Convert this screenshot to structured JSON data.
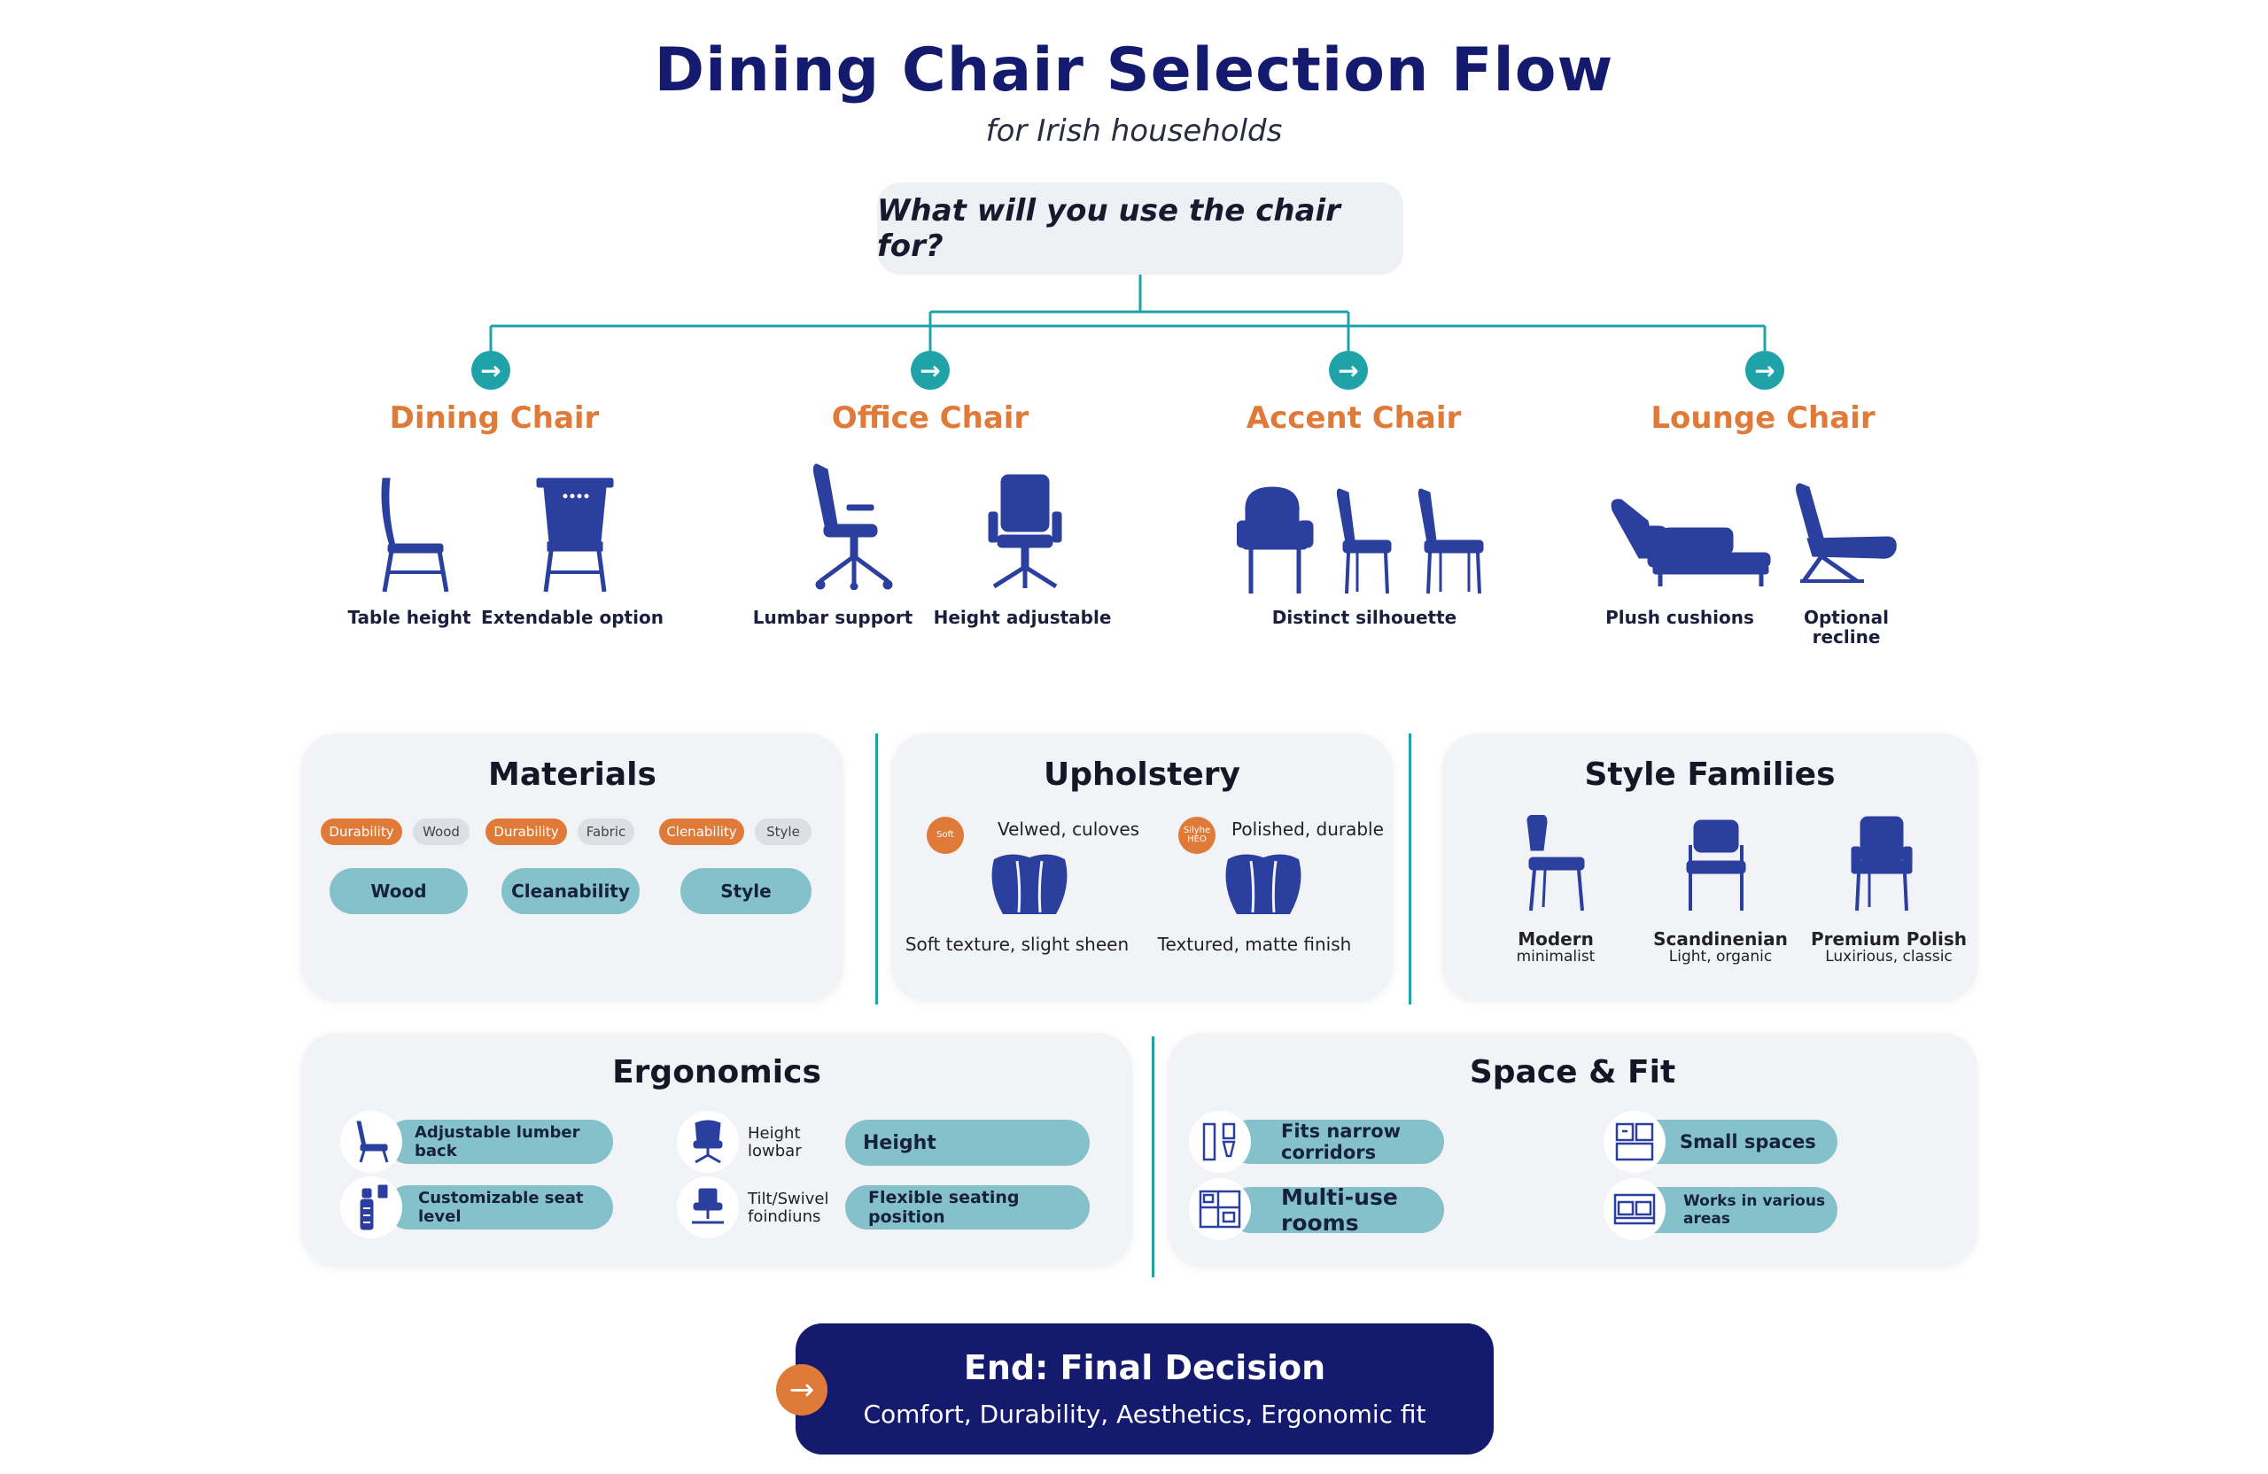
{
  "title": "Dining Chair Selection Flow",
  "subtitle": "for Irish households",
  "question": "What will you use the chair for?",
  "colors": {
    "navy": "#141a6e",
    "chair": "#2a3f9e",
    "orange": "#e07a38",
    "teal": "#1fa3a8",
    "pill": "#85c1cb"
  },
  "categories": [
    {
      "title": "Dining Chair",
      "items": [
        "Table height",
        "Extendable option"
      ]
    },
    {
      "title": "Office Chair",
      "items": [
        "Lumbar support",
        "Height adjustable"
      ]
    },
    {
      "title": "Accent Chair",
      "items": [
        "Distinct silhouette"
      ]
    },
    {
      "title": "Lounge Chair",
      "items": [
        "Plush cushions",
        "Optional recline"
      ]
    }
  ],
  "materials": {
    "title": "Materials",
    "tags": [
      "Durability",
      "Wood",
      "Durability",
      "Fabric",
      "Clenability",
      "Style"
    ],
    "pills": [
      "Wood",
      "Cleanability",
      "Style"
    ]
  },
  "upholstery": {
    "title": "Upholstery",
    "left": {
      "badge": "Soft",
      "top": "Velwed, culoves",
      "bottom": "Soft texture, slight sheen"
    },
    "right": {
      "badge": "Silyhe HEO",
      "top": "Polished, durable",
      "bottom": "Textured, matte finish"
    }
  },
  "styles": {
    "title": "Style Families",
    "items": [
      {
        "name": "Modern",
        "desc": "minimalist"
      },
      {
        "name": "Scandinenian",
        "desc": "Light, organic"
      },
      {
        "name": "Premium Polish",
        "desc": "Luxirious, classic"
      }
    ]
  },
  "ergonomics": {
    "title": "Ergonomics",
    "items": [
      "Adjustable lumber back",
      "Customizable seat level"
    ],
    "side_labels": [
      {
        "l1": "Height",
        "l2": "lowbar"
      },
      {
        "l1": "Tilt/Swivel",
        "l2": "foindiuns"
      }
    ],
    "pills": [
      "Height",
      "Flexible seating position"
    ]
  },
  "space": {
    "title": "Space & Fit",
    "items": [
      "Fits narrow corridors",
      "Multi-use rooms",
      "Small spaces",
      "Works in various areas"
    ]
  },
  "end": {
    "title": "End: Final Decision",
    "subtitle": "Comfort, Durability, Aesthetics, Ergonomic fit"
  }
}
